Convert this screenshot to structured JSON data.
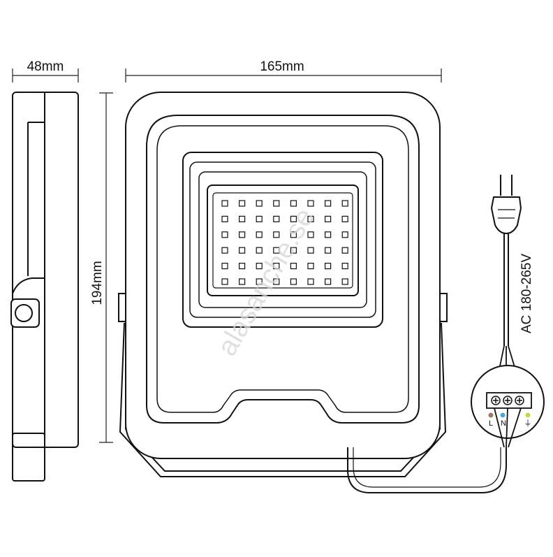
{
  "dimensions": {
    "depth": "48mm",
    "width": "165mm",
    "height": "194mm"
  },
  "power_rating": "AC 180-265V",
  "terminals": [
    {
      "label": "L",
      "color": "#9b7b66"
    },
    {
      "label": "N",
      "color": "#4aa8d8"
    },
    {
      "label": "⏚",
      "color": "#c6d93a"
    }
  ],
  "watermark": "alasanche.se",
  "led_grid": {
    "rows": 6,
    "cols": 8
  }
}
